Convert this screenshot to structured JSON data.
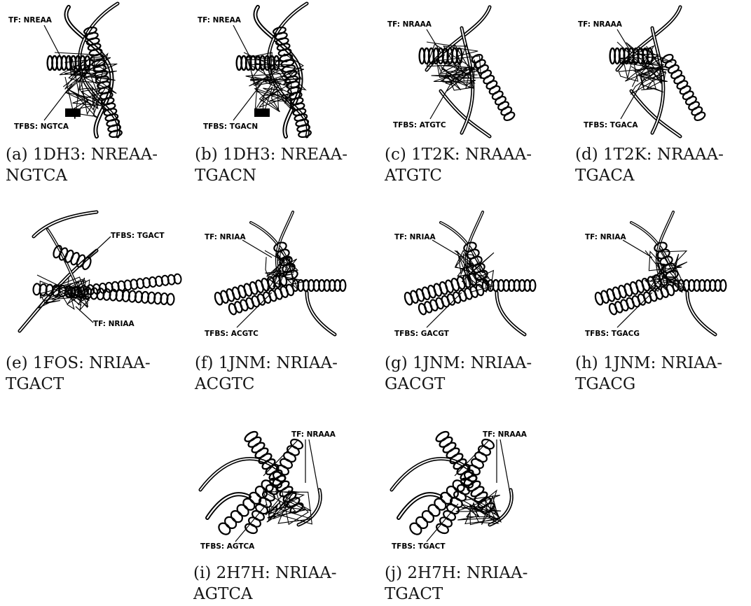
{
  "panels": [
    {
      "id": "a",
      "cap1": "(a) 1DH3: NREAA-",
      "cap2": "NGTCA",
      "tf": "TF: NREAA",
      "tfbs": "TFBS: NGTCA"
    },
    {
      "id": "b",
      "cap1": "(b) 1DH3: NREAA-",
      "cap2": "TGACN",
      "tf": "TF: NREAA",
      "tfbs": "TFBS: TGACN"
    },
    {
      "id": "c",
      "cap1": "(c) 1T2K: NRAAA-",
      "cap2": "ATGTC",
      "tf": "TF: NRAAA",
      "tfbs": "TFBS: ATGTC"
    },
    {
      "id": "d",
      "cap1": "(d) 1T2K: NRAAA-",
      "cap2": "TGACA",
      "tf": "TF: NRAAA",
      "tfbs": "TFBS: TGACA"
    },
    {
      "id": "e",
      "cap1": "(e) 1FOS: NRIAA-",
      "cap2": "TGACT",
      "tf": "TF: NRIAA",
      "tfbs": "TFBS: TGACT"
    },
    {
      "id": "f",
      "cap1": "(f) 1JNM: NRIAA-",
      "cap2": "ACGTC",
      "tf": "TF: NRIAA",
      "tfbs": "TFBS: ACGTC"
    },
    {
      "id": "g",
      "cap1": "(g) 1JNM: NRIAA-",
      "cap2": "GACGT",
      "tf": "TF: NRIAA",
      "tfbs": "TFBS: GACGT"
    },
    {
      "id": "h",
      "cap1": "(h) 1JNM: NRIAA-",
      "cap2": "TGACG",
      "tf": "TF: NRIAA",
      "tfbs": "TFBS: TGACG"
    },
    {
      "id": "i",
      "cap1": "(i) 2H7H: NRIAA-",
      "cap2": "AGTCA",
      "tf": "TF: NRAAA",
      "tfbs": "TFBS: AGTCA"
    },
    {
      "id": "j",
      "cap1": "(j) 2H7H: NRIAA-",
      "cap2": "TGACT",
      "tf": "TF: NRAAA",
      "tfbs": "TFBS: TGACT"
    }
  ]
}
